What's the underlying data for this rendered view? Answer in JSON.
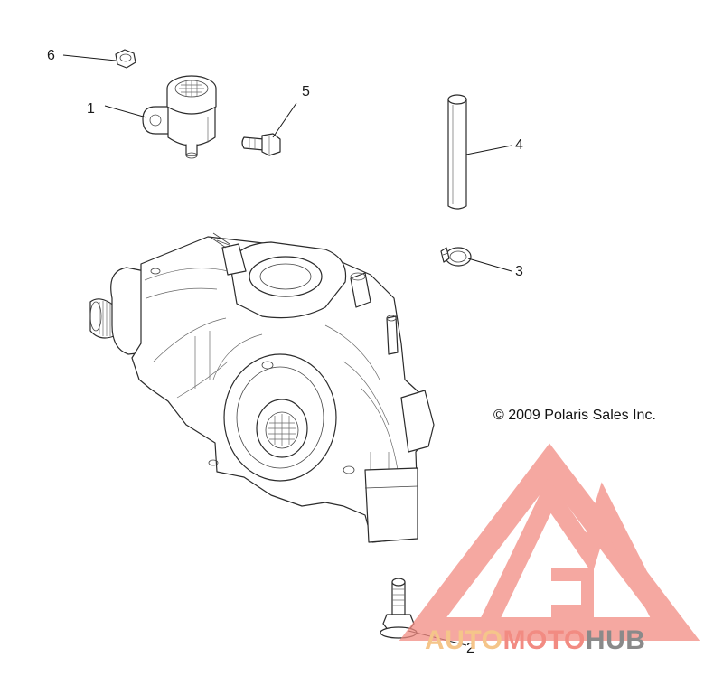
{
  "copyright": "© 2009 Polaris Sales Inc.",
  "callouts": [
    {
      "id": "1",
      "label": "1"
    },
    {
      "id": "2",
      "label": "2"
    },
    {
      "id": "3",
      "label": "3"
    },
    {
      "id": "4",
      "label": "4"
    },
    {
      "id": "5",
      "label": "5"
    },
    {
      "id": "6",
      "label": "6"
    }
  ],
  "watermark": {
    "word_part_1": "AUTO",
    "word_part_2": "MOTO",
    "word_part_3": "HUB",
    "color_1": "#f5c58a",
    "color_2": "#f28b82",
    "color_3": "#8a8a8a"
  }
}
